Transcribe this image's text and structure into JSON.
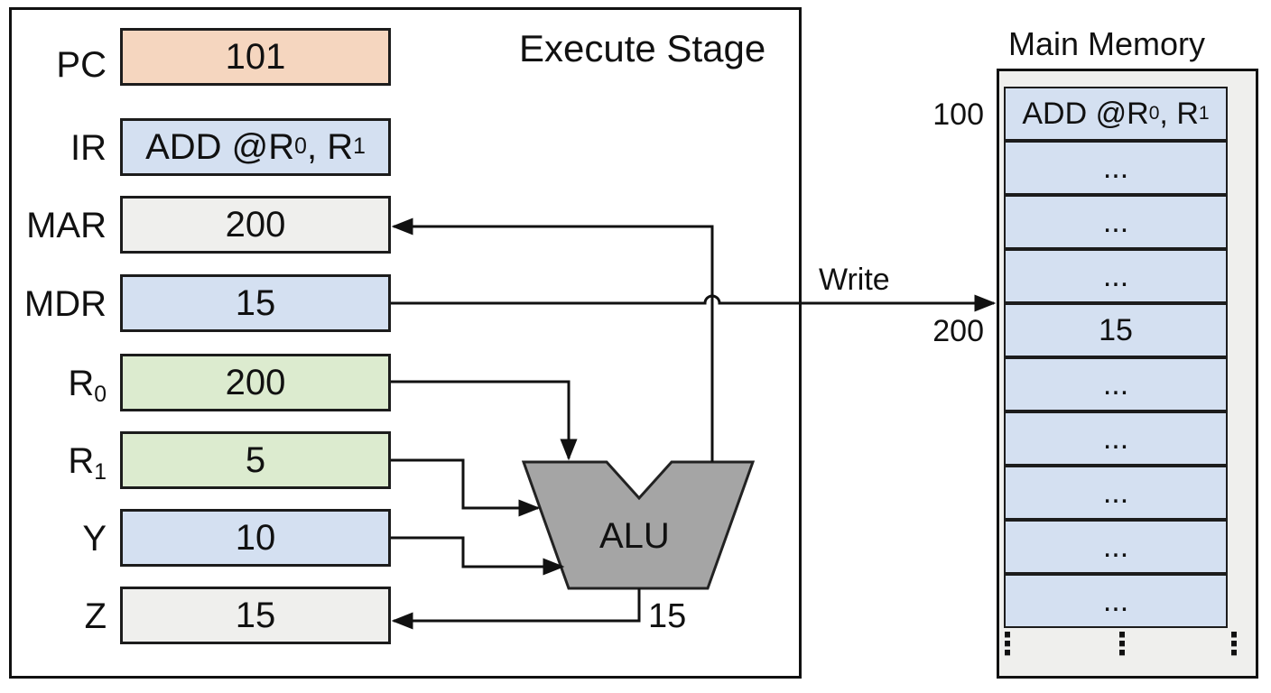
{
  "stage": {
    "title": "Execute Stage"
  },
  "registers": [
    {
      "name": "PC",
      "sub": "",
      "value": "101",
      "value_sub1": "",
      "value_mid": "",
      "value_sub2": "",
      "color": "tan"
    },
    {
      "name": "IR",
      "sub": "",
      "value": "ADD @R",
      "value_sub1": "0",
      "value_mid": ", R",
      "value_sub2": "1",
      "color": "blue"
    },
    {
      "name": "MAR",
      "sub": "",
      "value": "200",
      "value_sub1": "",
      "value_mid": "",
      "value_sub2": "",
      "color": "grey"
    },
    {
      "name": "MDR",
      "sub": "",
      "value": "15",
      "value_sub1": "",
      "value_mid": "",
      "value_sub2": "",
      "color": "blue"
    },
    {
      "name": "R",
      "sub": "0",
      "value": "200",
      "value_sub1": "",
      "value_mid": "",
      "value_sub2": "",
      "color": "green"
    },
    {
      "name": "R",
      "sub": "1",
      "value": "5",
      "value_sub1": "",
      "value_mid": "",
      "value_sub2": "",
      "color": "green"
    },
    {
      "name": "Y",
      "sub": "",
      "value": "10",
      "value_sub1": "",
      "value_mid": "",
      "value_sub2": "",
      "color": "blue"
    },
    {
      "name": "Z",
      "sub": "",
      "value": "15",
      "value_sub1": "",
      "value_mid": "",
      "value_sub2": "",
      "color": "grey"
    }
  ],
  "alu": {
    "label": "ALU",
    "output": "15"
  },
  "bus": {
    "write_label": "Write"
  },
  "memory": {
    "title": "Main Memory",
    "cells": [
      {
        "addr": "100",
        "value": "ADD @R",
        "value_sub1": "0",
        "value_mid": ", R",
        "value_sub2": "1"
      },
      {
        "addr": "",
        "value": "...",
        "value_sub1": "",
        "value_mid": "",
        "value_sub2": ""
      },
      {
        "addr": "",
        "value": "...",
        "value_sub1": "",
        "value_mid": "",
        "value_sub2": ""
      },
      {
        "addr": "",
        "value": "...",
        "value_sub1": "",
        "value_mid": "",
        "value_sub2": ""
      },
      {
        "addr": "200",
        "value": "15",
        "value_sub1": "",
        "value_mid": "",
        "value_sub2": ""
      },
      {
        "addr": "",
        "value": "...",
        "value_sub1": "",
        "value_mid": "",
        "value_sub2": ""
      },
      {
        "addr": "",
        "value": "...",
        "value_sub1": "",
        "value_mid": "",
        "value_sub2": ""
      },
      {
        "addr": "",
        "value": "...",
        "value_sub1": "",
        "value_mid": "",
        "value_sub2": ""
      },
      {
        "addr": "",
        "value": "...",
        "value_sub1": "",
        "value_mid": "",
        "value_sub2": ""
      },
      {
        "addr": "",
        "value": "...",
        "value_sub1": "",
        "value_mid": "",
        "value_sub2": ""
      }
    ],
    "continuation": "⋮"
  },
  "colors": {
    "tan": "#f5d6bf",
    "blue": "#d4e0f1",
    "grey": "#efefed",
    "green": "#dcebcf",
    "alu": "#a5a5a5",
    "line": "#111111"
  }
}
